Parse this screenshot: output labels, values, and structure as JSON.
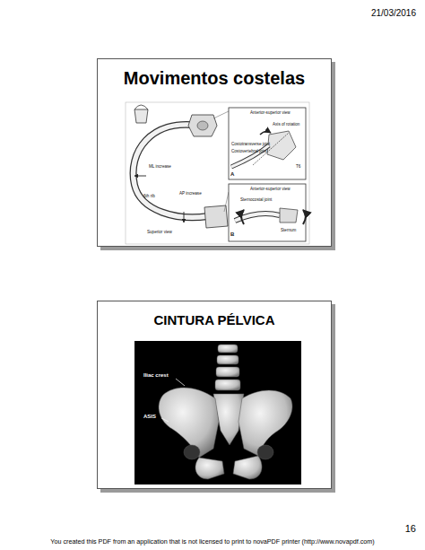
{
  "diagram": {
    "nodes": [
      {
        "text": [
          "Movimentos costelas"
        ]
      },
      {
        "text": [
          "CINTURA PÉLVICA"
        ]
      }
    ],
    "labels": [
      "21/03/2016",
      "Anterior-superior view",
      "Axis of rotation",
      "Costotransverse joint",
      "Costovertebral joint",
      "T6",
      "A",
      "ML increase",
      "AP increase",
      "6th rib",
      "Superior view",
      "Anterior-superior view",
      "Sternocostal joint",
      "Sternum",
      "B",
      "Iliac crest",
      "ASIS",
      "16",
      "You created this PDF from an application that is not licensed to print to novaPDF printer (http://www.novapdf.com)"
    ]
  }
}
